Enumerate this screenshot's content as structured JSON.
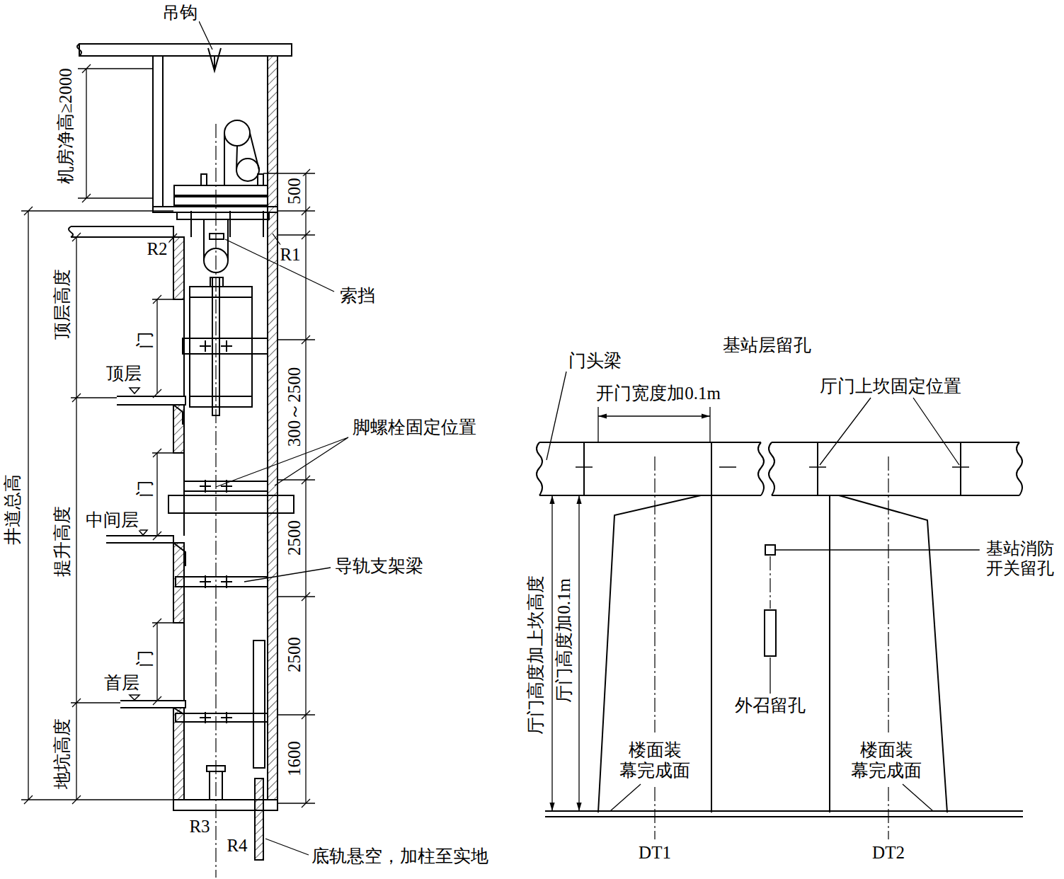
{
  "diagram": {
    "labels": [
      "吊钩",
      "机房净高≥2000",
      "500",
      "R2",
      "R1",
      "索挡",
      "顶层高度",
      "井道总高",
      "门",
      "顶层",
      "300～2500",
      "脚螺栓固定位置",
      "门",
      "提升高度",
      "中间层",
      "2500",
      "导轨支架梁",
      "2500",
      "门",
      "首层",
      "地坑高度",
      "1600",
      "R3",
      "R4",
      "底轨悬空，加柱至实地",
      "基站层留孔",
      "门头梁",
      "开门宽度加0.1m",
      "厅门上坎固定位置",
      "厅门高度加上坎高度",
      "厅门高度加0.1m",
      "基站消防 开关留孔",
      "外召留孔",
      "楼面装 幕完成面",
      "楼面装 幕完成面",
      "DT1",
      "DT2"
    ]
  }
}
